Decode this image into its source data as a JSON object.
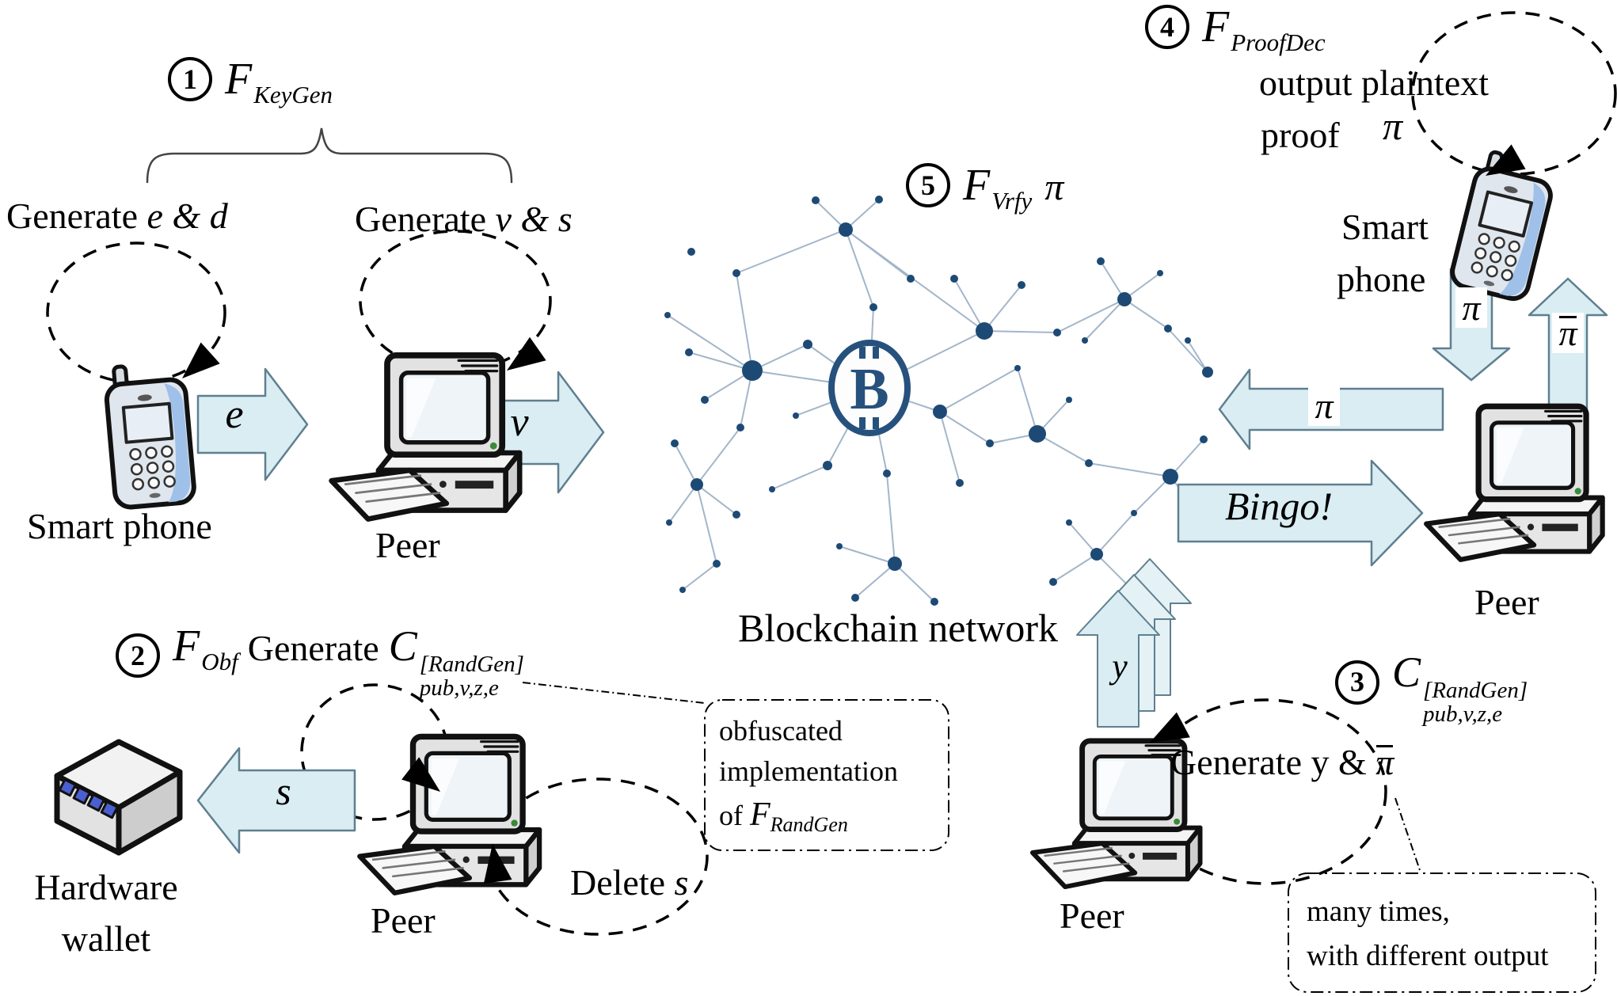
{
  "colors": {
    "arrow_fill": "#d9edf3",
    "arrow_stroke": "#5f7f8f",
    "network_node": "#1d4a75",
    "network_edge": "#a3b6c9",
    "bitcoin_blue": "#27517d",
    "phone_blue": "#b9cfe8",
    "text": "#000000"
  },
  "icons": {
    "smartphone": "clipart-mobile-phone",
    "desktop_peer": "clipart-desktop-computer",
    "hardware_wallet": "clipart-3d-box-with-buttons",
    "bitcoin_logo": "circled-B-currency-symbol",
    "blockchain_network": "node-link-graph",
    "dashed_cycle": "dashed-circle-arrow",
    "block_arrow": "light-blue-block-arrow"
  },
  "step1": {
    "num": "1",
    "func": "F",
    "func_sub": "KeyGen",
    "gen_left_prefix": "Generate",
    "gen_left_vars": "e & d",
    "gen_right_prefix": "Generate",
    "gen_right_vars": "v & s",
    "phone_label": "Smart phone",
    "peer_label": "Peer",
    "arrow_e": "e",
    "arrow_v": "v"
  },
  "step2": {
    "num": "2",
    "func": "F",
    "func_sub": "Obf",
    "generate": "Generate",
    "circuit": "C",
    "circuit_sup": "[RandGen]",
    "circuit_sub": "pub,v,z,e",
    "arrow_s": "s",
    "wallet_line1": "Hardware",
    "wallet_line2": "wallet",
    "peer_label": "Peer",
    "delete_prefix": "Delete",
    "delete_var": "s",
    "callout_line1": "obfuscated",
    "callout_line2": "implementation",
    "callout_line3_prefix": "of",
    "callout_func": "F",
    "callout_func_sub": "RandGen"
  },
  "step3": {
    "num": "3",
    "circuit": "C",
    "circuit_sup": "[RandGen]",
    "circuit_sub": "pub,v,z,e",
    "gen_prefix": "Generate y &",
    "gen_pi": "π",
    "arrow_y": "y",
    "peer_label": "Peer",
    "note_line1": "many times,",
    "note_line2": "with different output"
  },
  "step4": {
    "num": "4",
    "func": "F",
    "func_sub": "ProofDec",
    "line1": "output plaintext",
    "line2": "proof",
    "pi": "π",
    "phone_line1": "Smart",
    "phone_line2": "phone",
    "arrow_pi_down": "π",
    "arrow_pi_up": "π",
    "arrow_pi_left": "π",
    "arrow_bingo": "Bingo!",
    "peer_label": "Peer"
  },
  "step5": {
    "num": "5",
    "func": "F",
    "func_sub": "Vrfy",
    "pi": "π",
    "network_label": "Blockchain network"
  }
}
